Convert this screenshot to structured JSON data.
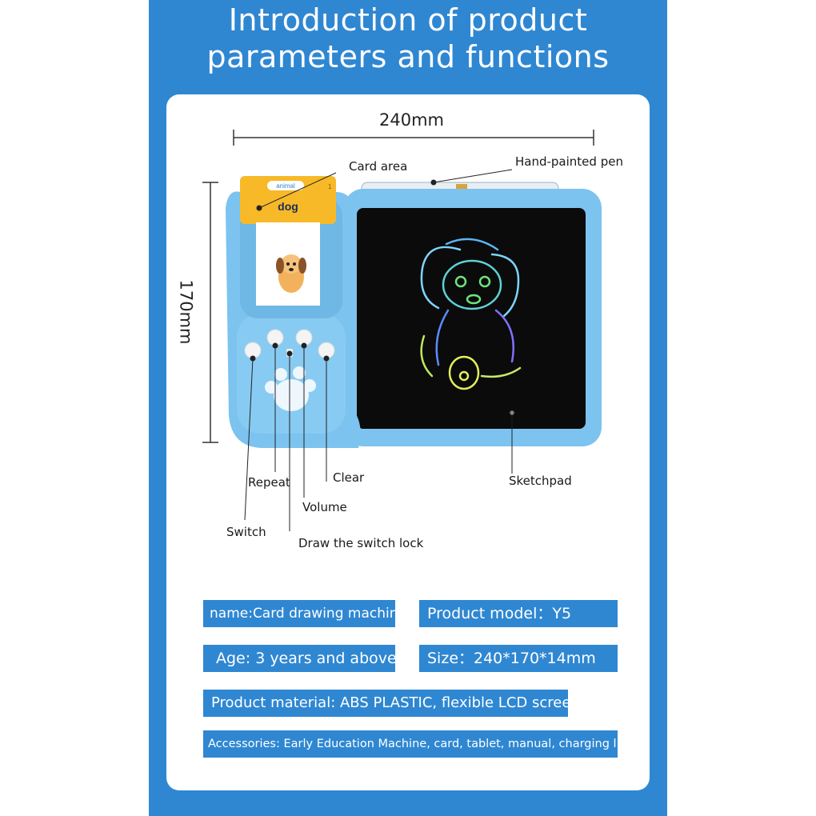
{
  "header": {
    "title_line1": "Introduction of product",
    "title_line2": "parameters and functions"
  },
  "dimensions": {
    "width": "240mm",
    "height": "170mm"
  },
  "device": {
    "card_category": "animal",
    "card_number": "1",
    "card_word": "dog"
  },
  "callouts": {
    "card_area": "Card area",
    "pen": "Hand-painted pen",
    "repeat": "Repeat",
    "clear": "Clear",
    "volume": "Volume",
    "switch": "Switch",
    "switch_lock": "Draw the switch lock",
    "sketchpad": "Sketchpad"
  },
  "specs": {
    "name": "name:Card drawing machine",
    "model": "Product model：Y5",
    "age": "Age: 3 years and above",
    "size": "Size：240*170*14mm",
    "material": "Product material: ABS PLASTIC, flexible LCD screen",
    "accessories": "Accessories: Early Education Machine, card, tablet, manual, charging line"
  },
  "colors": {
    "brand_blue": "#2f87d2",
    "device_blue": "#7cc3ef",
    "card_yellow": "#f7b928"
  }
}
